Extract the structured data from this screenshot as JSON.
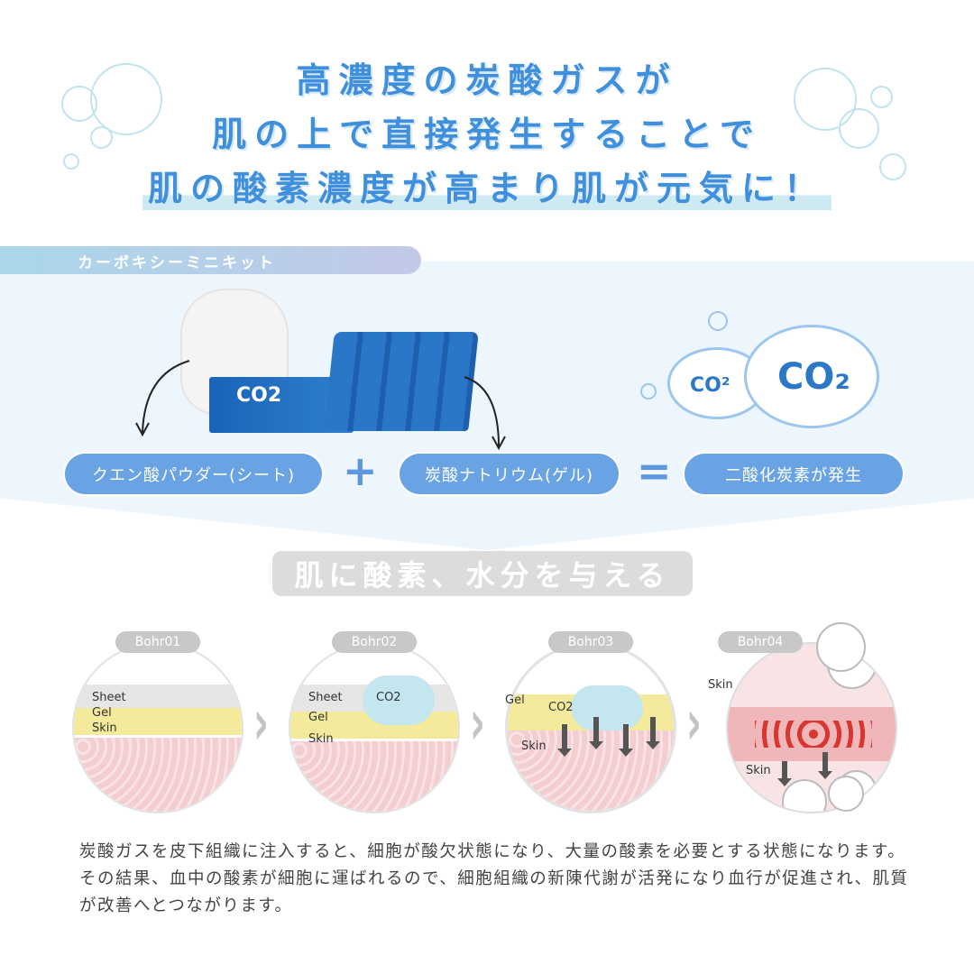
{
  "headline": {
    "line1": "高濃度の炭酸ガスが",
    "line2": "肌の上で直接発生することで",
    "line3": "肌の酸素濃度が高まり肌が元気に！"
  },
  "kit": {
    "label": "カーボキシーミニキット",
    "product_text": "CO2",
    "cloud_small": "CO²",
    "cloud_large": "CO₂"
  },
  "equation": {
    "item1": "クエン酸パウダー(シート)",
    "plus": "+",
    "item2": "炭酸ナトリウム(ゲル)",
    "equals": "=",
    "result": "二酸化炭素が発生"
  },
  "section2": {
    "title": "肌に酸素、水分を与える"
  },
  "steps": [
    {
      "tag": "Bohr01",
      "labels": [
        "Sheet",
        "Gel",
        "Skin"
      ]
    },
    {
      "tag": "Bohr02",
      "labels": [
        "Sheet",
        "CO2",
        "Gel",
        "Skin"
      ]
    },
    {
      "tag": "Bohr03",
      "labels": [
        "Gel",
        "CO2",
        "Skin"
      ]
    },
    {
      "tag": "Bohr04",
      "labels": [
        "Skin",
        "Skin"
      ]
    }
  ],
  "paragraph": "炭酸ガスを皮下組織に注入すると、細胞が酸欠状態になり、大量の酸素を必要とする状態になります。 その結果、血中の酸素が細胞に運ばれるので、細胞組織の新陳代謝が活発になり血行が促進され、肌質が改善へとつながります。",
  "colors": {
    "headline": "#3f8fdc",
    "pill": "#6aa3e3",
    "band": "#eef6fd"
  }
}
